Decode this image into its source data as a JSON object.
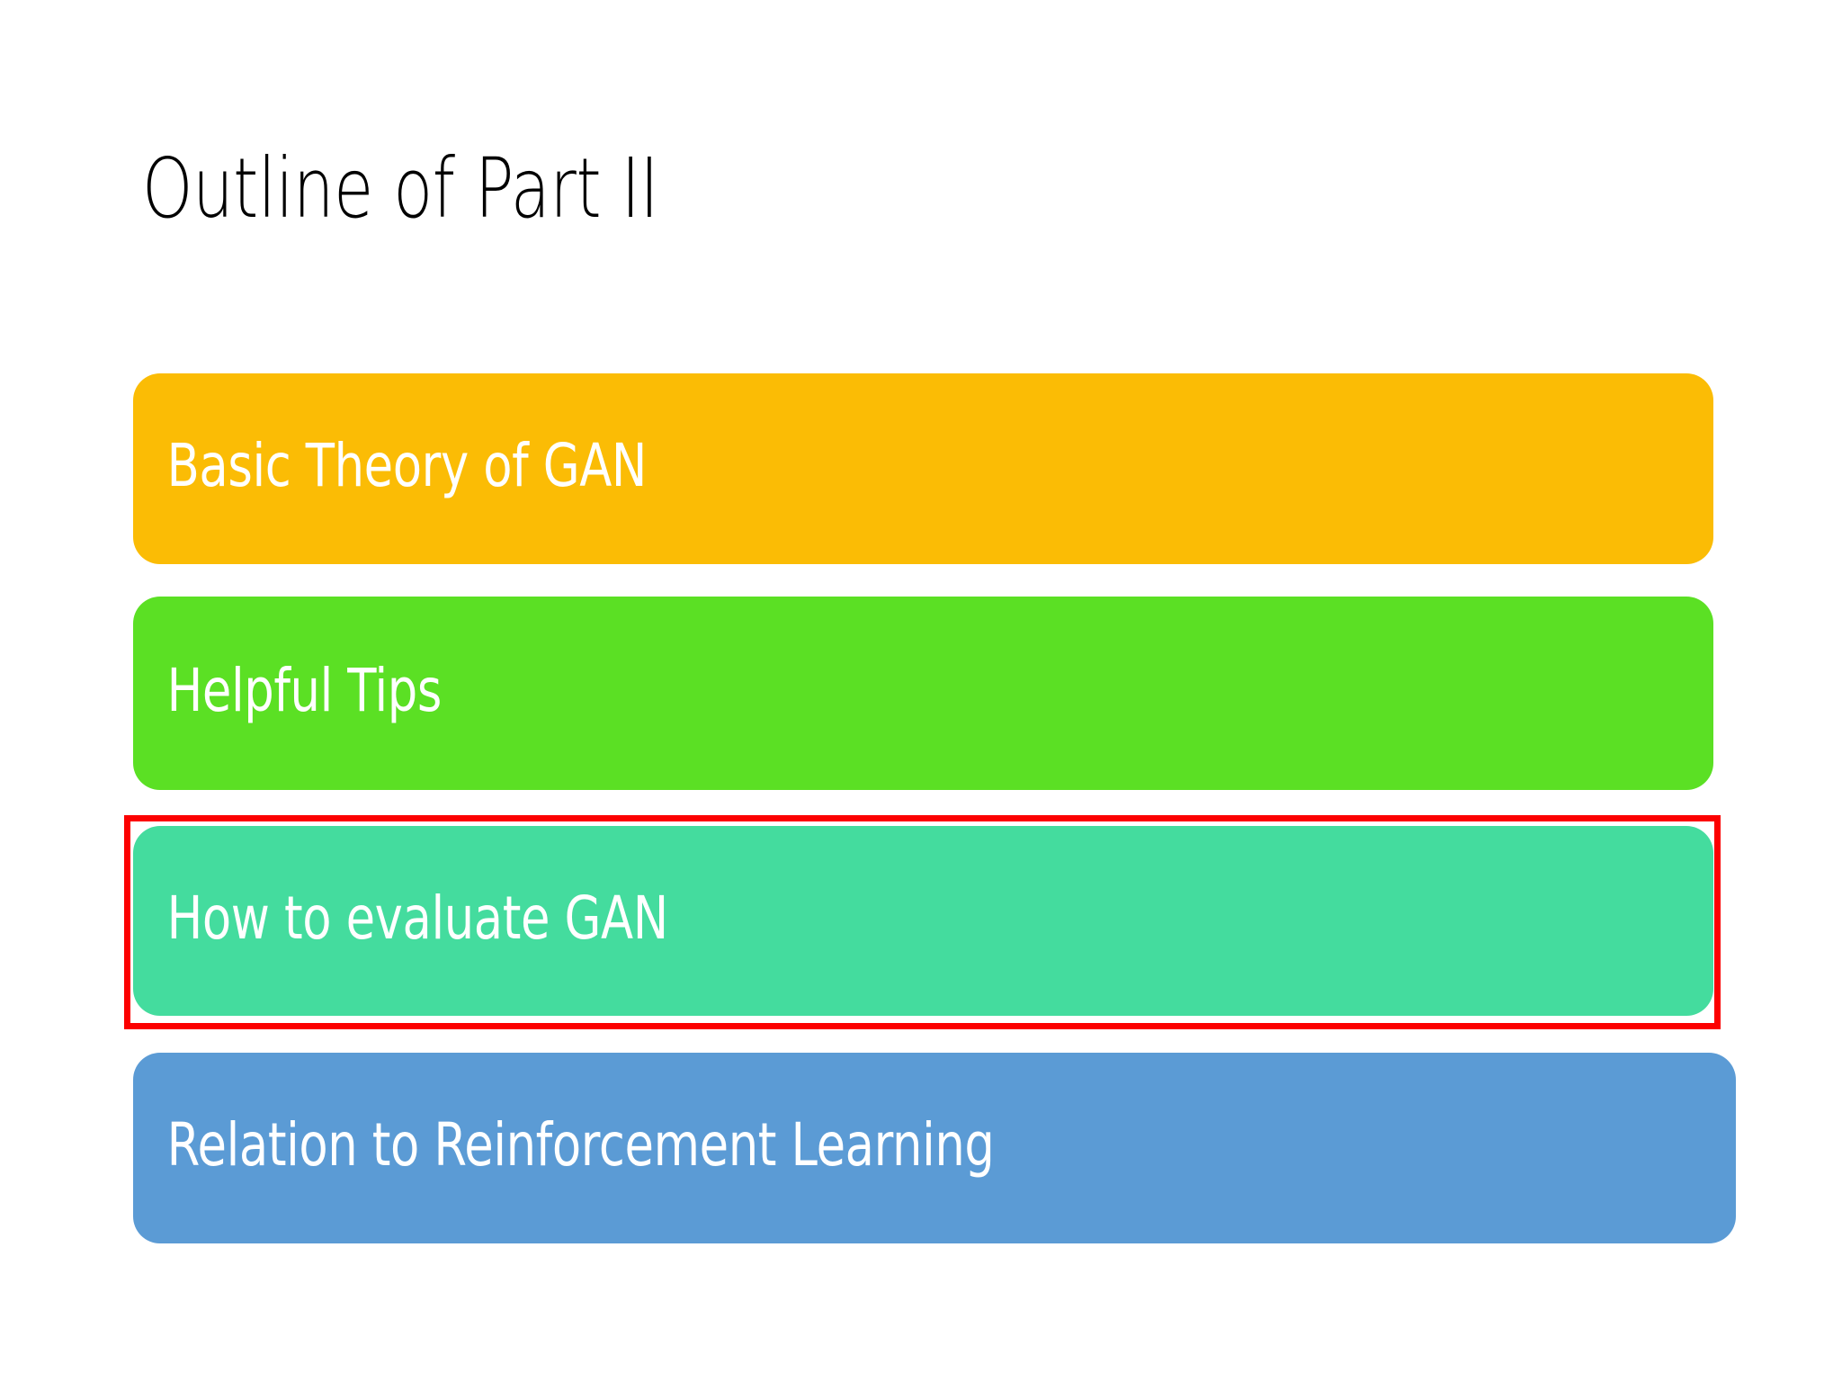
{
  "slide": {
    "title": "Outline of Part II",
    "background_color": "#ffffff",
    "title_color": "#000000"
  },
  "outline": {
    "items": [
      {
        "id": "basic-theory",
        "label": "Basic Theory of GAN",
        "color": "#fbbc05",
        "text_color": "#ffffff",
        "highlighted": false
      },
      {
        "id": "helpful-tips",
        "label": "Helpful Tips",
        "color": "#5be024",
        "text_color": "#ffffff",
        "highlighted": false
      },
      {
        "id": "how-to-evaluate",
        "label": "How to evaluate GAN",
        "color": "#44dc9e",
        "text_color": "#ffffff",
        "highlighted": true
      },
      {
        "id": "relation-rl",
        "label": "Relation to Reinforcement Learning",
        "color": "#5b9bd5",
        "text_color": "#ffffff",
        "highlighted": false
      }
    ]
  },
  "annotation": {
    "highlight_color": "#fc0000",
    "highlight_target": "How to evaluate GAN"
  }
}
